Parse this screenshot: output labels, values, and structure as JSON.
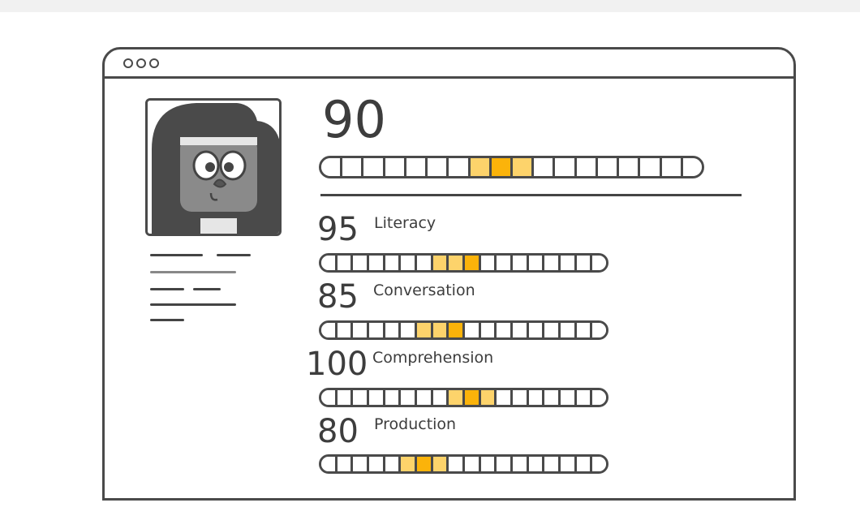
{
  "colors": {
    "outline": "#4a4a4a",
    "highlight_light": "#fdd36b",
    "highlight_dark": "#fbb30a"
  },
  "overall": {
    "score": "90",
    "segments": 18,
    "highlight": {
      "start": 7,
      "pattern": [
        "light",
        "dark",
        "light"
      ]
    }
  },
  "subscores": [
    {
      "score": "95",
      "label": "Literacy",
      "segments": 18,
      "highlight": {
        "start": 7,
        "pattern": [
          "light",
          "light",
          "dark"
        ]
      }
    },
    {
      "score": "85",
      "label": "Conversation",
      "segments": 18,
      "highlight": {
        "start": 6,
        "pattern": [
          "light",
          "light",
          "dark"
        ]
      }
    },
    {
      "score": "100",
      "label": "Comprehension",
      "segments": 18,
      "highlight": {
        "start": 8,
        "pattern": [
          "light",
          "dark",
          "light"
        ]
      }
    },
    {
      "score": "80",
      "label": "Production",
      "segments": 18,
      "highlight": {
        "start": 5,
        "pattern": [
          "light",
          "dark",
          "light"
        ]
      }
    }
  ]
}
